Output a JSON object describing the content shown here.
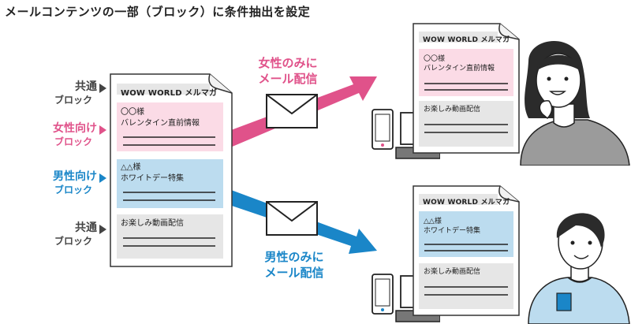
{
  "title": "メールコンテンツの一部（ブロック）に条件抽出を設定",
  "colors": {
    "pink": "#e0528a",
    "blue": "#1a86c8",
    "pink_block": "#fbdbe6",
    "blue_block": "#bcdcef",
    "gray_block": "#e6e6e6"
  },
  "side_labels": [
    {
      "line1": "共通",
      "line2": "ブロック",
      "color": "gray"
    },
    {
      "line1": "女性向け",
      "line2": "ブロック",
      "color": "pink"
    },
    {
      "line1": "男性向け",
      "line2": "ブロック",
      "color": "blue"
    },
    {
      "line1": "共通",
      "line2": "ブロック",
      "color": "gray"
    }
  ],
  "source_doc": {
    "header": "WOW WORLD メルマガ",
    "female_block": {
      "name": "〇〇様",
      "subject": "バレンタイン直前情報"
    },
    "male_block": {
      "name": "△△様",
      "subject": "ホワイトデー特集"
    },
    "common_block": {
      "subject": "お楽しみ動画配信"
    }
  },
  "female_delivery": {
    "line1": "女性のみに",
    "line2": "メール配信"
  },
  "male_delivery": {
    "line1": "男性のみに",
    "line2": "メール配信"
  },
  "female_doc": {
    "header": "WOW WORLD メルマガ",
    "name": "〇〇様",
    "subject": "バレンタイン直前情報",
    "common": "お楽しみ動画配信"
  },
  "male_doc": {
    "header": "WOW WORLD メルマガ",
    "name": "△△様",
    "subject": "ホワイトデー特集",
    "common": "お楽しみ動画配信"
  },
  "icons": [
    "envelope-icon",
    "smartphone-icon",
    "laptop-icon",
    "woman-illustration",
    "man-illustration"
  ]
}
